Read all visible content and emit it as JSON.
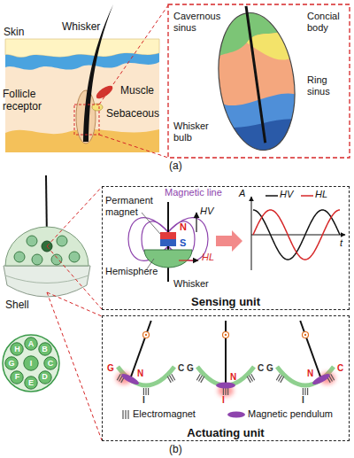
{
  "diagram": {
    "nodes": [
      {
        "text": [
          "Sensing unit"
        ]
      },
      {
        "text": [
          "A"
        ]
      },
      {
        "text": [
          "B"
        ]
      },
      {
        "text": [
          "C"
        ]
      },
      {
        "text": [
          "D"
        ]
      },
      {
        "text": [
          "E"
        ]
      },
      {
        "text": [
          "F"
        ]
      },
      {
        "text": [
          "G"
        ]
      },
      {
        "text": [
          "H"
        ]
      },
      {
        "text": [
          "I"
        ]
      },
      {
        "text": [
          "Actuating unit"
        ]
      }
    ],
    "labels": [
      "Skin",
      "Whisker",
      "Muscle",
      "Follicle receptor",
      "Sebaceous",
      "Cavernous sinus",
      "Concial body",
      "Ring sinus",
      "Whisker bulb",
      "(a)",
      "Permanent magnet",
      "Magnetic line",
      "N",
      "HV",
      "HL",
      "S",
      "Hemisphere",
      "Whisker",
      "A",
      "t",
      "Shell",
      "N",
      "G",
      "I",
      "C",
      "N",
      "G",
      "I",
      "C",
      "N",
      "G",
      "I",
      "C",
      "Electromagnet",
      "Magnetic pendulum",
      "(b)"
    ],
    "legend": [
      {
        "text": "HV"
      },
      {
        "text": "HL"
      }
    ]
  }
}
